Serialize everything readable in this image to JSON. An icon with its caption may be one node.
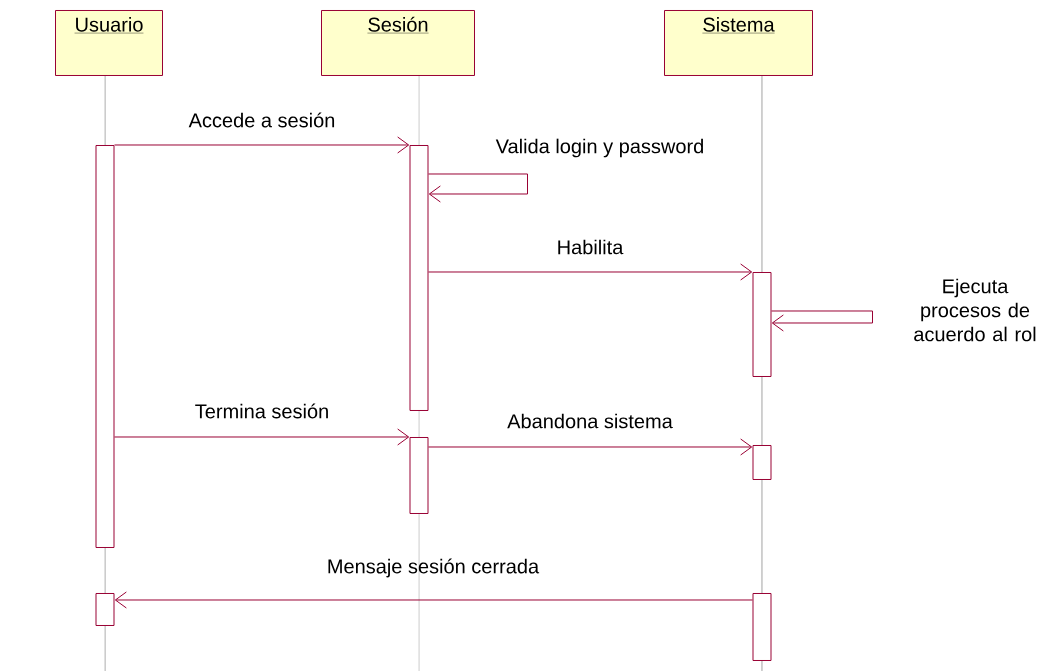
{
  "diagram": {
    "nodes": [
      {
        "text": [
          "Usuario"
        ]
      },
      {
        "text": [
          "Sesión"
        ]
      },
      {
        "text": [
          "Sistema"
        ]
      },
      {
        "text": [],
        "shape": "bar"
      },
      {
        "text": [],
        "shape": "bar"
      },
      {
        "text": [],
        "shape": "bar"
      },
      {
        "text": [],
        "shape": "bar"
      },
      {
        "text": [],
        "shape": "bar"
      },
      {
        "text": [],
        "shape": "bar"
      },
      {
        "text": [],
        "shape": "bar"
      }
    ],
    "edges": [
      {
        "from": 3,
        "to": 5,
        "arrow": "to",
        "label": "Accede a sesión"
      },
      {
        "from": 5,
        "to": 5,
        "arrow": "to",
        "label": "Valida login y password"
      },
      {
        "from": 5,
        "to": 7,
        "arrow": "to",
        "label": "Habilita"
      },
      {
        "from": 7,
        "to": 7,
        "arrow": "to",
        "label": "Ejecuta procesos de acuerdo al rol"
      },
      {
        "from": 3,
        "to": 6,
        "arrow": "to",
        "label": "Termina sesión"
      },
      {
        "from": 6,
        "to": 8,
        "arrow": "to",
        "label": "Abandona sistema"
      },
      {
        "from": 9,
        "to": 4,
        "arrow": "to",
        "label": "Mensaje sesión cerrada"
      }
    ]
  }
}
